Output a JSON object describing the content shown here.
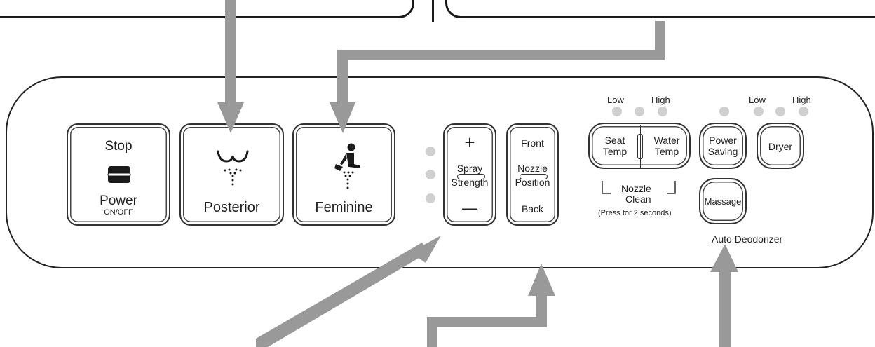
{
  "buttons": {
    "stop": {
      "top_label": "Stop",
      "bottom_label": "Power",
      "sub_label": "ON/OFF"
    },
    "posterior": {
      "label": "Posterior"
    },
    "feminine": {
      "label": "Feminine"
    },
    "spray": {
      "plus": "+",
      "label_top": "Spray",
      "label_bottom": "Strength",
      "minus": "—"
    },
    "nozzle": {
      "top": "Front",
      "label_top": "Nozzle",
      "label_bottom": "Position",
      "bottom": "Back"
    },
    "seat_temp": {
      "line1": "Seat",
      "line2": "Temp"
    },
    "water_temp": {
      "line1": "Water",
      "line2": "Temp"
    },
    "power_saving": {
      "line1": "Power",
      "line2": "Saving"
    },
    "dryer": {
      "label": "Dryer"
    },
    "massage": {
      "label": "Massage"
    }
  },
  "temp_scale": {
    "low": "Low",
    "high": "High"
  },
  "dryer_scale": {
    "low": "Low",
    "high": "High"
  },
  "nozzle_clean": {
    "line1": "Nozzle",
    "line2": "Clean",
    "note": "(Press for 2 seconds)"
  },
  "auto_deodorizer": "Auto Deodorizer",
  "colors": {
    "arrow": "#999999",
    "indicator": "#d0d0d0",
    "outline": "#222222"
  },
  "icons": [
    "stop-power-icon",
    "posterior-spray-icon",
    "feminine-seated-icon"
  ]
}
